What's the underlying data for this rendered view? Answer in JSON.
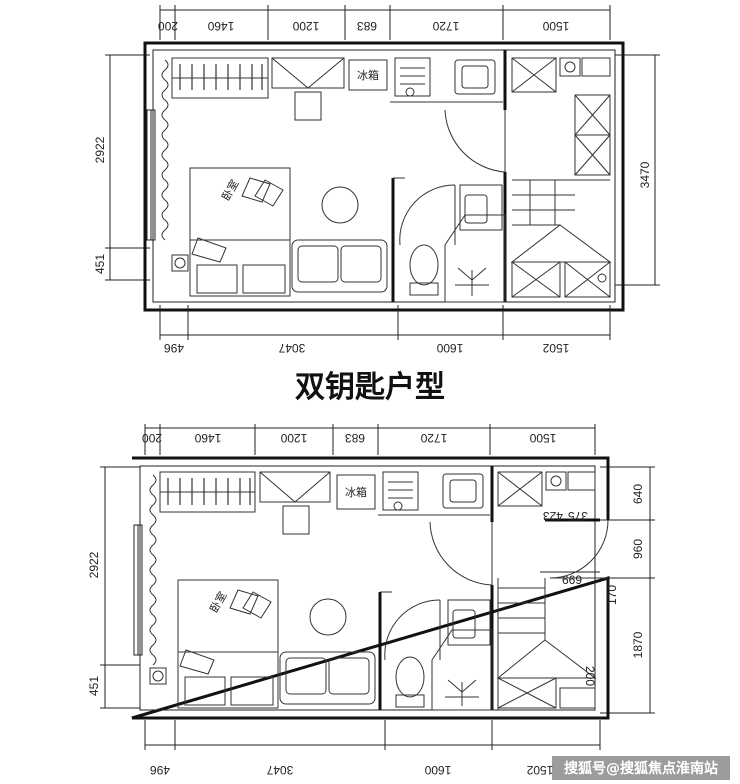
{
  "title": "双钥匙户型",
  "plan1": {
    "top_dims": [
      "200",
      "1460",
      "1200",
      "683",
      "1720",
      "1500"
    ],
    "bottom_dims": [
      "496",
      "3047",
      "1600",
      "1502"
    ],
    "left_dims": [
      "2922",
      "451"
    ],
    "right_dims": [
      "3470"
    ],
    "fridge": "冰箱",
    "bedroom": "卧室"
  },
  "plan2": {
    "top_dims": [
      "200",
      "1460",
      "1200",
      "683",
      "1720",
      "1500"
    ],
    "bottom_dims": [
      "496",
      "3047",
      "1600",
      "1502"
    ],
    "left_dims": [
      "2922",
      "451"
    ],
    "right_dims": [
      "640",
      "960",
      "1870"
    ],
    "inner_dims": [
      "423",
      "375",
      "669",
      "170",
      "200"
    ],
    "fridge": "冰箱",
    "bedroom": "卧室"
  },
  "watermark": "搜狐号@搜狐焦点淮南站"
}
